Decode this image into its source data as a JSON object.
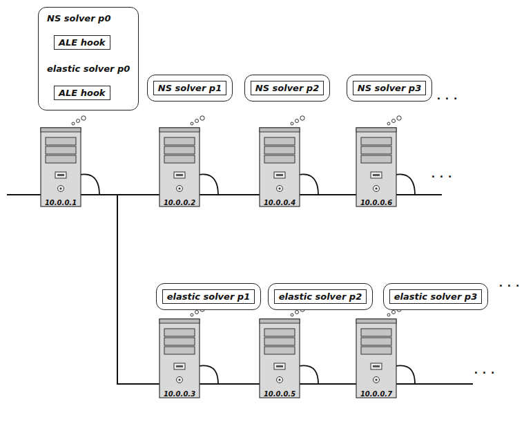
{
  "diagram": {
    "nodes": [
      {
        "text": [
          "NS solver p0",
          "elastic solver p0"
        ]
      },
      {
        "text": [
          "ALE hook"
        ],
        "in": 0
      },
      {
        "text": [
          "ALE hook"
        ],
        "in": 0
      },
      {
        "text": [
          "NS solver p1"
        ]
      },
      {
        "text": [
          "NS solver p2"
        ]
      },
      {
        "text": [
          "NS solver p3"
        ]
      },
      {
        "text": [
          "elastic solver p1"
        ]
      },
      {
        "text": [
          "elastic solver p2"
        ]
      },
      {
        "text": [
          "elastic solver p3"
        ]
      }
    ],
    "labels": [
      "10.0.0.1",
      "10.0.0.2",
      "10.0.0.4",
      "10.0.0.6",
      "10.0.0.3",
      "10.0.0.5",
      "10.0.0.7",
      "· · ·",
      "· · ·",
      "· · ·",
      "· · ·"
    ]
  }
}
